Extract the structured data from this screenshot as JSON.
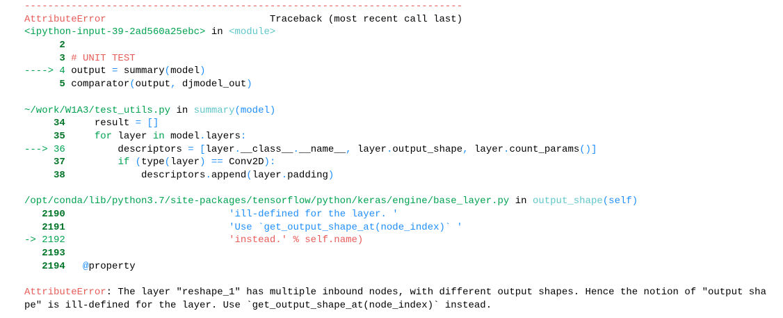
{
  "traceback": {
    "lines": [
      [
        {
          "t": "---------------------------------------------------------------------------",
          "c": "r"
        }
      ],
      [
        {
          "t": "AttributeError",
          "c": "r"
        },
        {
          "t": "                            Traceback (most recent call last)",
          "c": "k"
        }
      ],
      [
        {
          "t": "<ipython-input-39-2ad560a25ebc>",
          "c": "g"
        },
        {
          "t": " in ",
          "c": "k"
        },
        {
          "t": "<module>",
          "c": "c"
        }
      ],
      [
        {
          "t": "      2",
          "c": "gb"
        }
      ],
      [
        {
          "t": "      3 ",
          "c": "gb"
        },
        {
          "t": "# UNIT TEST",
          "c": "r"
        }
      ],
      [
        {
          "t": "----> 4 ",
          "c": "g"
        },
        {
          "t": "output ",
          "c": "k"
        },
        {
          "t": "=",
          "c": "b"
        },
        {
          "t": " summary",
          "c": "k"
        },
        {
          "t": "(",
          "c": "b"
        },
        {
          "t": "model",
          "c": "k"
        },
        {
          "t": ")",
          "c": "b"
        }
      ],
      [
        {
          "t": "      5 ",
          "c": "gb"
        },
        {
          "t": "comparator",
          "c": "k"
        },
        {
          "t": "(",
          "c": "b"
        },
        {
          "t": "output",
          "c": "k"
        },
        {
          "t": ",",
          "c": "b"
        },
        {
          "t": " djmodel_out",
          "c": "k"
        },
        {
          "t": ")",
          "c": "b"
        }
      ],
      [],
      [
        {
          "t": "~/work/W1A3/test_utils.py",
          "c": "g"
        },
        {
          "t": " in ",
          "c": "k"
        },
        {
          "t": "summary",
          "c": "c"
        },
        {
          "t": "(model)",
          "c": "b"
        }
      ],
      [
        {
          "t": "     34",
          "c": "gb"
        },
        {
          "t": "     result ",
          "c": "k"
        },
        {
          "t": "=",
          "c": "b"
        },
        {
          "t": " ",
          "c": "k"
        },
        {
          "t": "[]",
          "c": "b"
        }
      ],
      [
        {
          "t": "     35",
          "c": "gb"
        },
        {
          "t": "     ",
          "c": "k"
        },
        {
          "t": "for",
          "c": "g"
        },
        {
          "t": " layer ",
          "c": "k"
        },
        {
          "t": "in",
          "c": "g"
        },
        {
          "t": " model",
          "c": "k"
        },
        {
          "t": ".",
          "c": "b"
        },
        {
          "t": "layers",
          "c": "k"
        },
        {
          "t": ":",
          "c": "b"
        }
      ],
      [
        {
          "t": "---> 36",
          "c": "g"
        },
        {
          "t": "         descriptors ",
          "c": "k"
        },
        {
          "t": "=",
          "c": "b"
        },
        {
          "t": " ",
          "c": "k"
        },
        {
          "t": "[",
          "c": "b"
        },
        {
          "t": "layer",
          "c": "k"
        },
        {
          "t": ".",
          "c": "b"
        },
        {
          "t": "__class__",
          "c": "k"
        },
        {
          "t": ".",
          "c": "b"
        },
        {
          "t": "__name__",
          "c": "k"
        },
        {
          "t": ",",
          "c": "b"
        },
        {
          "t": " layer",
          "c": "k"
        },
        {
          "t": ".",
          "c": "b"
        },
        {
          "t": "output_shape",
          "c": "k"
        },
        {
          "t": ",",
          "c": "b"
        },
        {
          "t": " layer",
          "c": "k"
        },
        {
          "t": ".",
          "c": "b"
        },
        {
          "t": "count_params",
          "c": "k"
        },
        {
          "t": "()]",
          "c": "b"
        }
      ],
      [
        {
          "t": "     37",
          "c": "gb"
        },
        {
          "t": "         ",
          "c": "k"
        },
        {
          "t": "if",
          "c": "g"
        },
        {
          "t": " ",
          "c": "k"
        },
        {
          "t": "(",
          "c": "b"
        },
        {
          "t": "type",
          "c": "k"
        },
        {
          "t": "(",
          "c": "b"
        },
        {
          "t": "layer",
          "c": "k"
        },
        {
          "t": ")",
          "c": "b"
        },
        {
          "t": " ",
          "c": "k"
        },
        {
          "t": "==",
          "c": "b"
        },
        {
          "t": " Conv2D",
          "c": "k"
        },
        {
          "t": "):",
          "c": "b"
        }
      ],
      [
        {
          "t": "     38",
          "c": "gb"
        },
        {
          "t": "             descriptors",
          "c": "k"
        },
        {
          "t": ".",
          "c": "b"
        },
        {
          "t": "append",
          "c": "k"
        },
        {
          "t": "(",
          "c": "b"
        },
        {
          "t": "layer",
          "c": "k"
        },
        {
          "t": ".",
          "c": "b"
        },
        {
          "t": "padding",
          "c": "k"
        },
        {
          "t": ")",
          "c": "b"
        }
      ],
      [],
      [
        {
          "t": "/opt/conda/lib/python3.7/site-packages/tensorflow/python/keras/engine/base_layer.py",
          "c": "g"
        },
        {
          "t": " in ",
          "c": "k"
        },
        {
          "t": "output_shape",
          "c": "c"
        },
        {
          "t": "(self)",
          "c": "b"
        }
      ],
      [
        {
          "t": "   2190",
          "c": "gb"
        },
        {
          "t": "                            ",
          "c": "k"
        },
        {
          "t": "'ill-defined for the layer. '",
          "c": "b"
        }
      ],
      [
        {
          "t": "   2191",
          "c": "gb"
        },
        {
          "t": "                            ",
          "c": "k"
        },
        {
          "t": "'Use `get_output_shape_at(node_index)` '",
          "c": "b"
        }
      ],
      [
        {
          "t": "-> 2192",
          "c": "g"
        },
        {
          "t": "                            ",
          "c": "k"
        },
        {
          "t": "'instead.' % self.name)",
          "c": "r"
        }
      ],
      [
        {
          "t": "   2193",
          "c": "gb"
        }
      ],
      [
        {
          "t": "   2194",
          "c": "gb"
        },
        {
          "t": "   ",
          "c": "k"
        },
        {
          "t": "@",
          "c": "b"
        },
        {
          "t": "property",
          "c": "k"
        }
      ],
      [],
      [
        {
          "t": "AttributeError",
          "c": "r"
        },
        {
          "t": ": The layer \"reshape_1\" has multiple inbound nodes, with different output shapes. Hence the notion of \"output sha",
          "c": "k"
        }
      ],
      [
        {
          "t": "pe\" is ill-defined for the layer. Use `get_output_shape_at(node_index)` instead.",
          "c": "k"
        }
      ]
    ]
  }
}
